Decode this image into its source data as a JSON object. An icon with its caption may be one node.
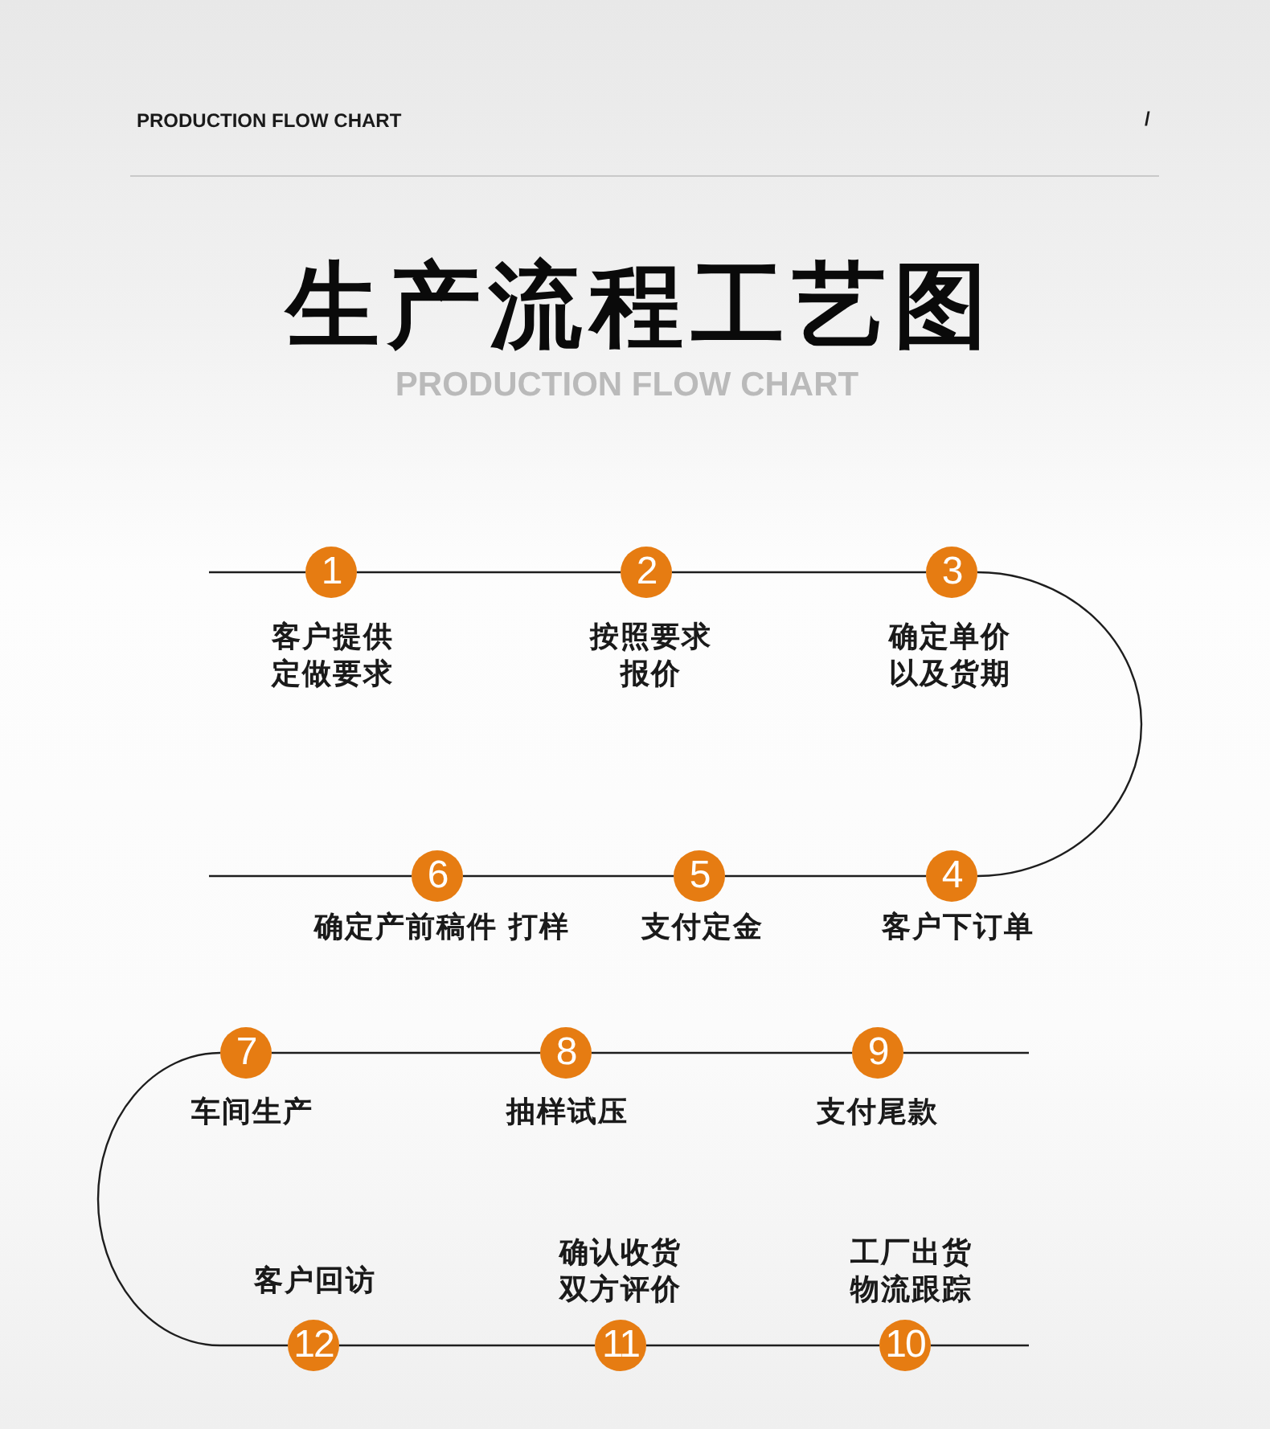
{
  "diagram": {
    "title": "生产流程工艺图",
    "nodes": [
      {
        "text": [
          "1"
        ],
        "beside": [
          "客户提供定做要求"
        ]
      },
      {
        "text": [
          "2"
        ],
        "beside": [
          "按照要求报价"
        ]
      },
      {
        "text": [
          "3"
        ],
        "beside": [
          "确定单价以及货期"
        ]
      },
      {
        "text": [
          "4"
        ],
        "beside": [
          "客户下订单"
        ]
      },
      {
        "text": [
          "5"
        ],
        "beside": [
          "支付定金"
        ]
      },
      {
        "text": [
          "6"
        ],
        "beside": [
          "确定产前稿件 打样"
        ]
      },
      {
        "text": [
          "7"
        ],
        "beside": [
          "车间生产"
        ]
      },
      {
        "text": [
          "8"
        ],
        "beside": [
          "抽样试压"
        ]
      },
      {
        "text": [
          "9"
        ],
        "beside": [
          "支付尾款"
        ]
      },
      {
        "text": [
          "10"
        ],
        "beside": [
          "工厂出货物流跟踪"
        ]
      },
      {
        "text": [
          "11"
        ],
        "beside": [
          "确认收货双方评价"
        ]
      },
      {
        "text": [
          "12"
        ],
        "beside": [
          "客户回访"
        ]
      }
    ],
    "edges": [
      {
        "from": null,
        "to": 0,
        "arrow": "none"
      },
      {
        "from": 0,
        "to": 1,
        "arrow": "none"
      },
      {
        "from": 1,
        "to": 2,
        "arrow": "none"
      },
      {
        "from": 2,
        "to": 3,
        "arrow": "none"
      },
      {
        "from": 3,
        "to": 4,
        "arrow": "none"
      },
      {
        "from": 4,
        "to": 5,
        "arrow": "none"
      },
      {
        "from": 5,
        "to": null,
        "arrow": "none"
      },
      {
        "from": 6,
        "to": 7,
        "arrow": "none"
      },
      {
        "from": 7,
        "to": 8,
        "arrow": "none"
      },
      {
        "from": 8,
        "to": null,
        "arrow": "none"
      },
      {
        "from": 6,
        "to": 11,
        "arrow": "none"
      },
      {
        "from": 11,
        "to": 10,
        "arrow": "none"
      },
      {
        "from": 10,
        "to": 9,
        "arrow": "none"
      },
      {
        "from": 9,
        "to": null,
        "arrow": "none"
      }
    ],
    "labels": [
      "PRODUCTION FLOW CHART",
      "/",
      "PRODUCTION FLOW CHART"
    ]
  }
}
